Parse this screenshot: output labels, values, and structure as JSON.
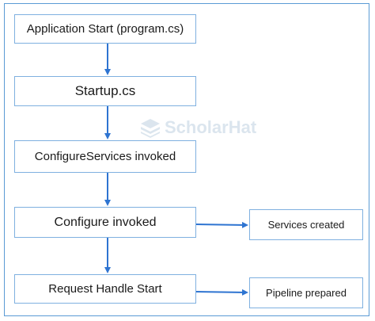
{
  "nodes": {
    "app_start": "Application Start (program.cs)",
    "startup": "Startup.cs",
    "configure_services": "ConfigureServices invoked",
    "configure": "Configure invoked",
    "request_handle": "Request Handle Start",
    "services_created": "Services created",
    "pipeline_prepared": "Pipeline prepared"
  },
  "watermark": {
    "text": "ScholarHat",
    "icon": "stacked-layers-icon"
  },
  "colors": {
    "arrow": "#2e74d1",
    "box_border": "#7fb0e0",
    "frame_border": "#5b9bd5"
  }
}
